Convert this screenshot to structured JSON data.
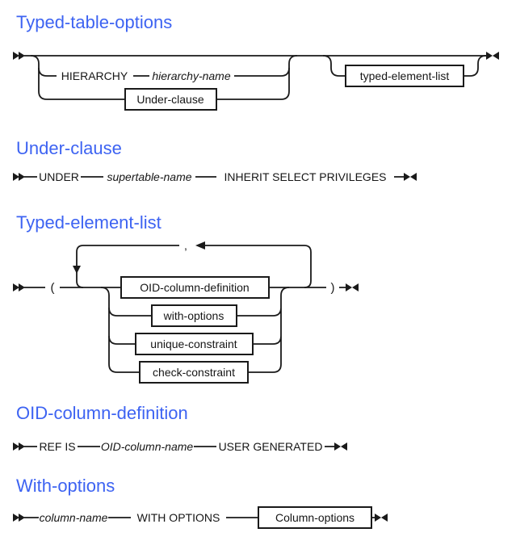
{
  "accent_color": "#3d63f2",
  "ink_color": "#1a1a1a",
  "icons": {
    "diagram_start": "start-arrow (two right triangles)",
    "diagram_end": "end-arrow (bowtie triangles)",
    "loop_entry": "down-triangle",
    "loop_repeat": "left-triangle"
  },
  "sections": {
    "typed_table_options": {
      "heading": "Typed-table-options",
      "hierarchy_keyword": "HIERARCHY",
      "hierarchy_name_var": "hierarchy-name",
      "under_clause_box": "Under-clause",
      "typed_element_list_box": "typed-element-list"
    },
    "under_clause": {
      "heading": "Under-clause",
      "under_keyword": "UNDER",
      "supertable_name_var": "supertable-name",
      "inherit_keyword": "INHERIT SELECT PRIVILEGES"
    },
    "typed_element_list": {
      "heading": "Typed-element-list",
      "open_paren": "(",
      "close_paren": ")",
      "loop_separator": ",",
      "oid_box": "OID-column-definition",
      "with_options_box": "with-options",
      "unique_box": "unique-constraint",
      "check_box": "check-constraint"
    },
    "oid_column_definition": {
      "heading": "OID-column-definition",
      "ref_is_keyword": "REF IS",
      "oid_column_name_var": "OID-column-name",
      "user_generated_keyword": "USER GENERATED"
    },
    "with_options": {
      "heading": "With-options",
      "column_name_var": "column-name",
      "with_options_keyword": "WITH OPTIONS",
      "column_options_box": "Column-options"
    }
  }
}
